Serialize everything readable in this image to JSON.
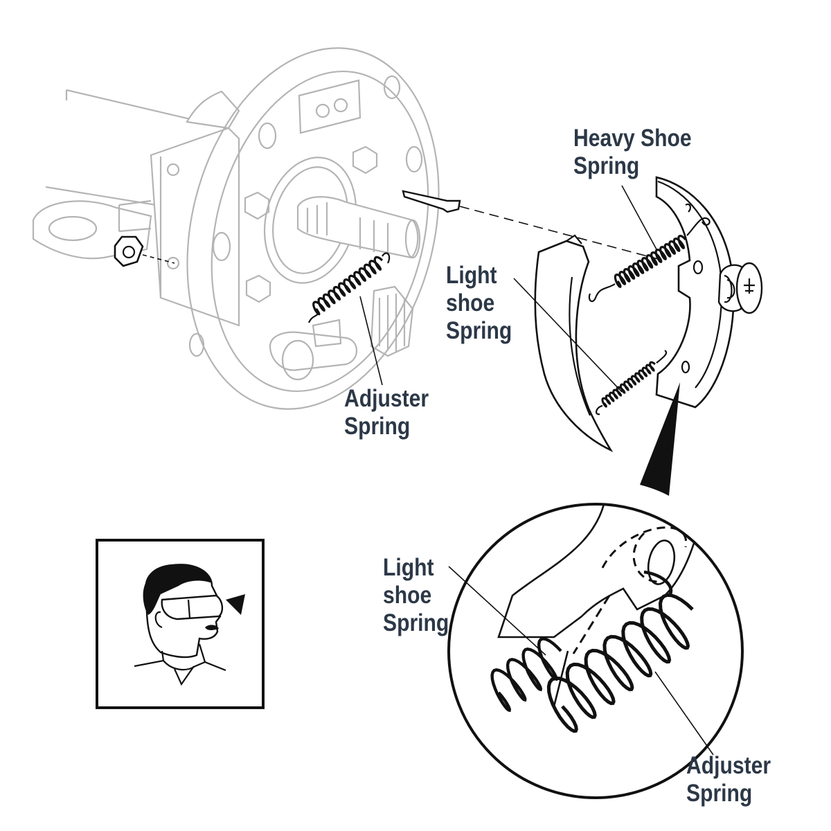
{
  "labels": {
    "heavy_shoe_spring": [
      "Heavy Shoe",
      "Spring"
    ],
    "light_shoe_spring": [
      "Light",
      "shoe",
      "Spring"
    ],
    "adjuster_spring": [
      "Adjuster",
      "Spring"
    ],
    "detail_light_shoe_spring": [
      "Light",
      "shoe",
      "Spring"
    ],
    "detail_adjuster_spring": [
      "Adjuster",
      "Spring"
    ]
  },
  "icons": {
    "safety": "safety-glasses-icon"
  },
  "colors": {
    "label_text": "#2c3847",
    "ghost_line": "#b4b4b4",
    "ink": "#111111"
  }
}
